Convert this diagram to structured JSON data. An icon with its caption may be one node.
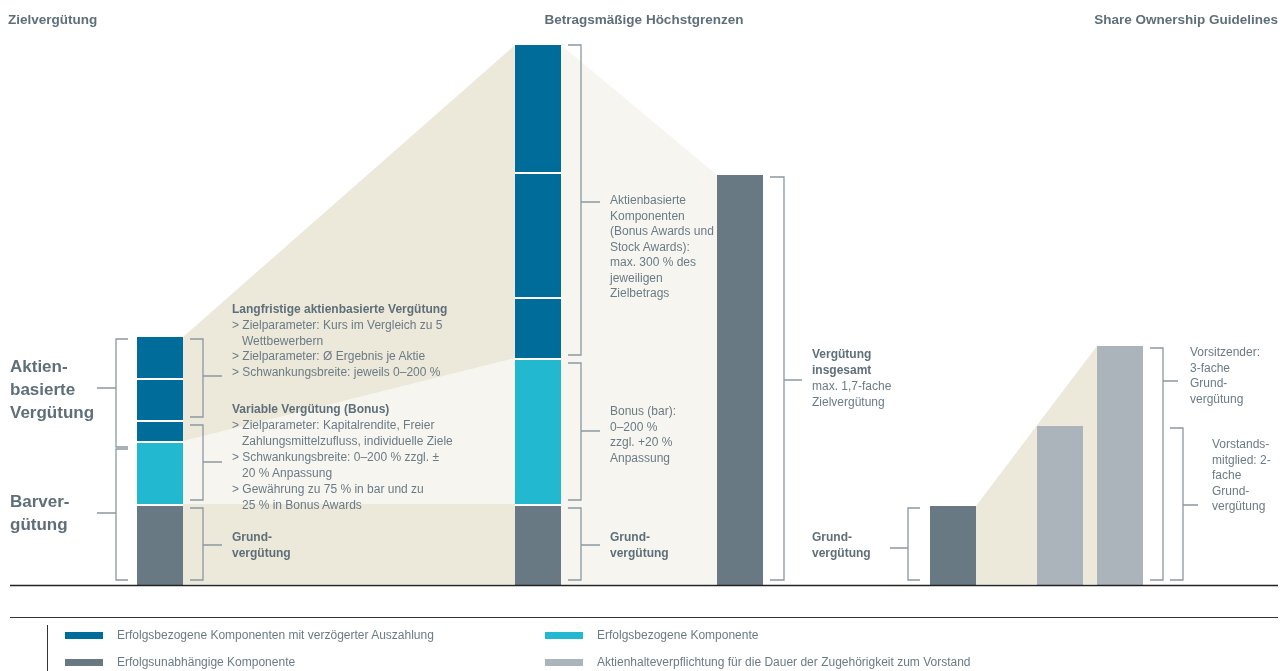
{
  "diagram": {
    "labels": [
      "Zielvergütung",
      "Betragsmäßige Höchstgrenzen",
      "Share Ownership Guidelines",
      "Aktien- basierte Vergütung",
      "Barver- gütung",
      "Langfristige aktienbasierte Vergütung",
      "> Zielparameter: Kurs im Vergleich zu 5 Wettbewerbern",
      "> Zielparameter: Ø Ergebnis je Aktie",
      "> Schwankungsbreite: jeweils 0–200 %",
      "Variable Vergütung (Bonus)",
      "> Zielparameter: Kapitalrendite, Freier Zahlungsmittelzufluss, individuelle Ziele",
      "> Schwankungsbreite: 0–200 % zzgl. ± 20 % Anpassung",
      "> Gewährung zu 75 % in bar und zu 25 % in Bonus Awards",
      "Grund- vergütung",
      "Aktienbasierte Komponenten (Bonus Awards und Stock Awards): max. 300 % des jeweiligen Zielbetrags",
      "Bonus (bar): 0–200 % zzgl. +20 % Anpassung",
      "Grund- vergütung",
      "Vergütung insgesamt",
      "max. 1,7-fache Zielvergütung",
      "Grund- vergütung",
      "Vorsitzender: 3-fache Grund- vergütung",
      "Vorstands- mitglied: 2-fache Grund- vergütung"
    ],
    "legend": [
      {
        "text": "Erfolgsbezogene Komponenten mit verzögerter Auszahlung",
        "color": "#006c9a"
      },
      {
        "text": "Erfolgsbezogene Komponente",
        "color": "#21b8d0"
      },
      {
        "text": "Erfolgsunabhängige Komponente",
        "color": "#687983"
      },
      {
        "text": "Aktienhalteverpflichtung für die Dauer der Zugehörigkeit zum Vorstand",
        "color": "#abb3bb"
      }
    ]
  }
}
